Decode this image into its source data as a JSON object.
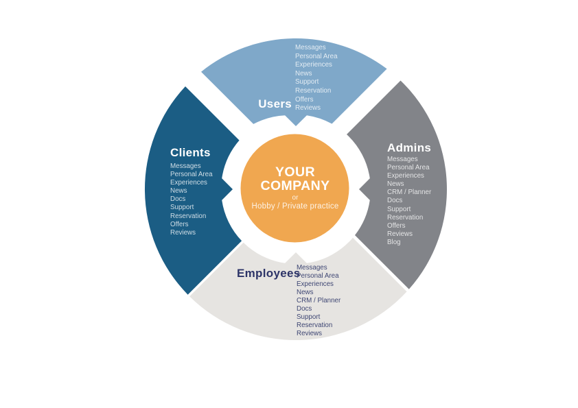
{
  "colors": {
    "users": "#7FA8C9",
    "admins": "#828489",
    "employees": "#E6E4E1",
    "clients": "#1B5D84",
    "center": "#F0A750"
  },
  "center": {
    "title": "YOUR COMPANY",
    "connector": "or",
    "subtitle": "Hobby / Private practice"
  },
  "segments": {
    "users": {
      "label": "Users",
      "items": [
        "Messages",
        "Personal Area",
        "Experiences",
        "News",
        "Support",
        "Reservation",
        "Offers",
        "Reviews"
      ]
    },
    "admins": {
      "label": "Admins",
      "items": [
        "Messages",
        "Personal Area",
        "Experiences",
        "News",
        "CRM / Planner",
        "Docs",
        "Support",
        "Reservation",
        "Offers",
        "Reviews",
        "Blog"
      ]
    },
    "employees": {
      "label": "Employees",
      "items": [
        "Messages",
        "Personal Area",
        "Experiences",
        "News",
        "CRM / Planner",
        "Docs",
        "Support",
        "Reservation",
        "Reviews"
      ]
    },
    "clients": {
      "label": "Clients",
      "items": [
        "Messages",
        "Personal Area",
        "Experiences",
        "News",
        "Docs",
        "Support",
        "Reservation",
        "Offers",
        "Reviews"
      ]
    }
  }
}
